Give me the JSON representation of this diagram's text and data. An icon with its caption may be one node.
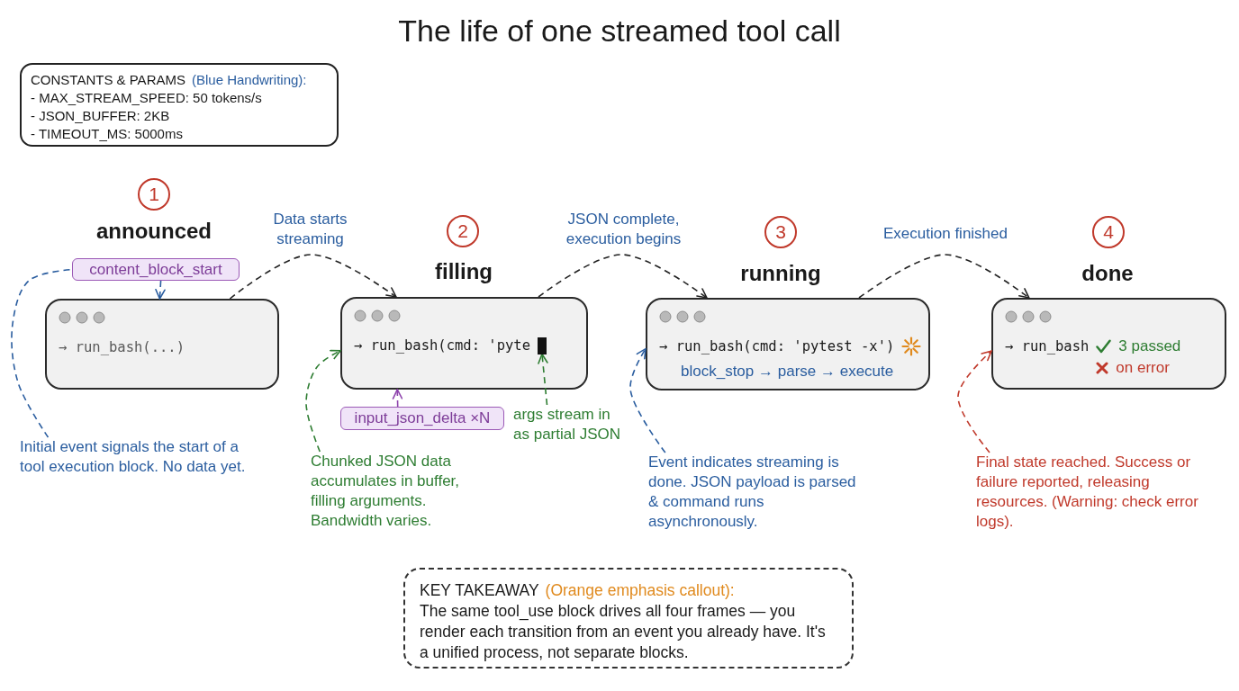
{
  "diagram": {
    "title": "The life of one streamed tool call",
    "nodes": [
      {
        "text": [
          "CONSTANTS & PARAMS",
          "(Blue Handwriting):",
          "- MAX_STREAM_SPEED: 50 tokens/s",
          "- JSON_BUFFER: 2KB",
          "- TIMEOUT_MS: 5000ms"
        ]
      },
      {
        "text": [
          "1"
        ]
      },
      {
        "text": [
          "→ run_bash(...)"
        ]
      },
      {
        "text": [
          "content_block_start"
        ]
      },
      {
        "text": [
          "Initial event signals the start of a tool execution block. No data yet."
        ]
      },
      {
        "text": [
          "2"
        ]
      },
      {
        "text": [
          "→ run_bash(cmd: 'pyte"
        ]
      },
      {
        "text": [],
        "shape": "box",
        "in": 6
      },
      {
        "text": [
          "input_json_delta ×N"
        ]
      },
      {
        "text": [
          "args stream in as partial JSON"
        ]
      },
      {
        "text": [
          "Chunked JSON data accumulates in buffer, filling arguments. Bandwidth varies."
        ]
      },
      {
        "text": [
          "3"
        ]
      },
      {
        "text": [
          "→ run_bash(cmd: 'pytest -x')",
          "block_stop → parse → execute"
        ]
      },
      {
        "text": [
          "Event indicates streaming is done. JSON payload is parsed & command runs asynchronously."
        ]
      },
      {
        "text": [
          "4"
        ]
      },
      {
        "text": [
          "→ run_bash",
          "3 passed",
          "on error"
        ]
      },
      {
        "text": [
          "Final state reached. Success or failure reported, releasing resources. (Warning: check error logs)."
        ]
      },
      {
        "text": [
          "KEY TAKEAWAY",
          "(Orange emphasis callout):",
          "The same tool_use block drives all four frames — you render each transition from an event you already have. It's a unified process, not separate blocks."
        ]
      }
    ],
    "edges": [
      {
        "from": 2,
        "to": 6,
        "arrow": "to",
        "label": "Data starts streaming",
        "style": "dashed"
      },
      {
        "from": 6,
        "to": 12,
        "arrow": "to",
        "label": "JSON complete, execution begins",
        "style": "dashed"
      },
      {
        "from": 12,
        "to": 15,
        "arrow": "to",
        "label": "Execution finished",
        "style": "dashed"
      },
      {
        "from": 3,
        "to": 2,
        "arrow": "to",
        "style": "dashed",
        "color": "#2a5d9f"
      },
      {
        "from": 4,
        "to": 3,
        "arrow": "none",
        "style": "dashed",
        "color": "#2a5d9f"
      },
      {
        "from": 8,
        "to": 6,
        "arrow": "to",
        "style": "dashed",
        "color": "#8e44ad"
      },
      {
        "from": 9,
        "to": 7,
        "arrow": "to",
        "style": "dashed",
        "color": "#2e7d32"
      },
      {
        "from": 10,
        "to": 6,
        "arrow": "to",
        "style": "dashed",
        "color": "#2e7d32"
      },
      {
        "from": 13,
        "to": 12,
        "arrow": "to",
        "style": "dashed",
        "color": "#2a5d9f"
      },
      {
        "from": 16,
        "to": 15,
        "arrow": "to",
        "style": "dashed",
        "color": "#c0392b"
      }
    ],
    "labels": [
      "announced",
      "filling",
      "running",
      "done"
    ]
  }
}
